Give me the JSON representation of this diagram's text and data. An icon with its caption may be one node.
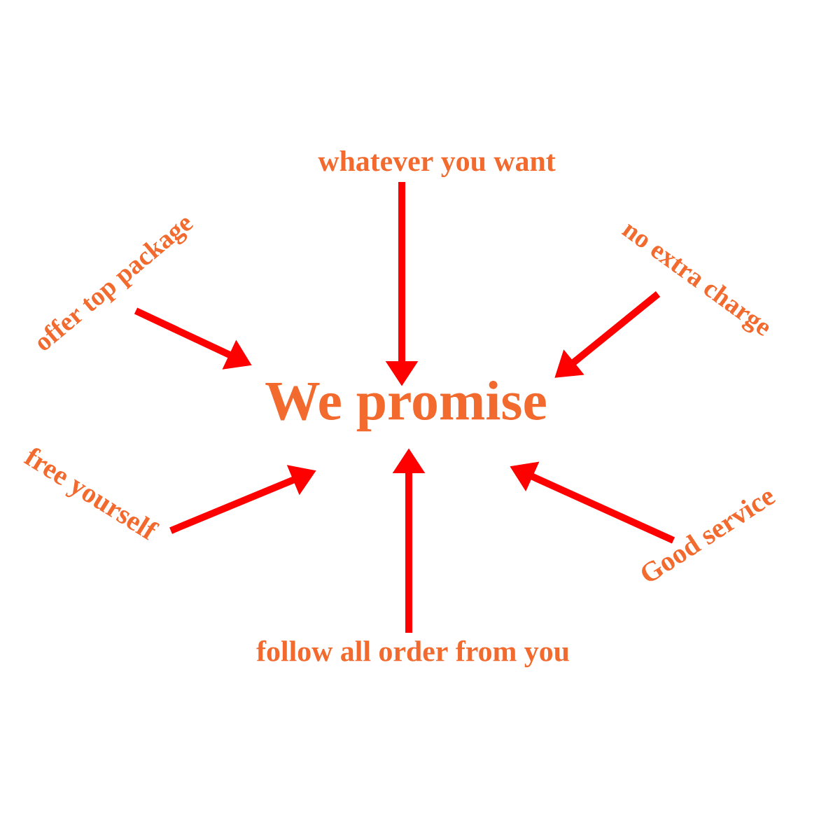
{
  "diagram": {
    "nodes": [
      {
        "text": [
          "We promise"
        ]
      },
      {
        "text": [
          "whatever you want"
        ]
      },
      {
        "text": [
          "offer top package"
        ]
      },
      {
        "text": [
          "no extra charge"
        ]
      },
      {
        "text": [
          "free yourself"
        ]
      },
      {
        "text": [
          "Good service"
        ]
      },
      {
        "text": [
          "follow all order from you"
        ]
      }
    ],
    "edges": [
      {
        "from": 1,
        "to": 0,
        "arrow": "to"
      },
      {
        "from": 2,
        "to": 0,
        "arrow": "to"
      },
      {
        "from": 3,
        "to": 0,
        "arrow": "to"
      },
      {
        "from": 4,
        "to": 0,
        "arrow": "to"
      },
      {
        "from": 5,
        "to": 0,
        "arrow": "to"
      },
      {
        "from": 6,
        "to": 0,
        "arrow": "to"
      }
    ]
  }
}
